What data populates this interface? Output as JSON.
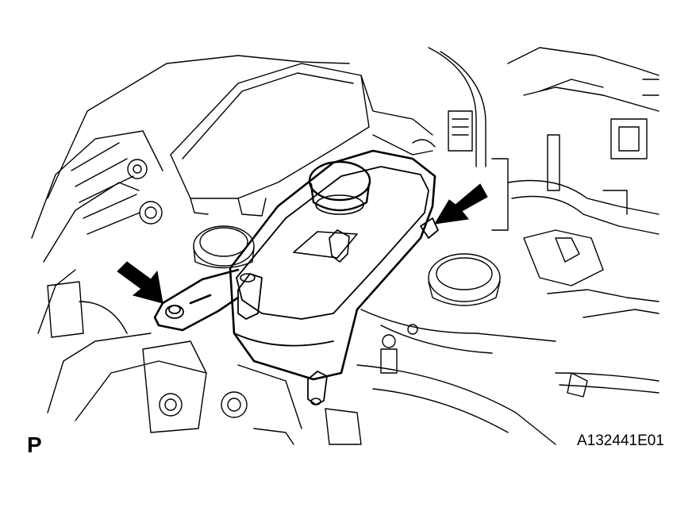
{
  "figure": {
    "view_letter": "P",
    "figure_code": "A132441E01",
    "line_color": "#000000",
    "background_color": "#ffffff",
    "callouts": [
      {
        "name": "bolt-arrow",
        "icon": "arrow-icon"
      },
      {
        "name": "clip-arrow",
        "icon": "arrow-icon"
      }
    ]
  }
}
